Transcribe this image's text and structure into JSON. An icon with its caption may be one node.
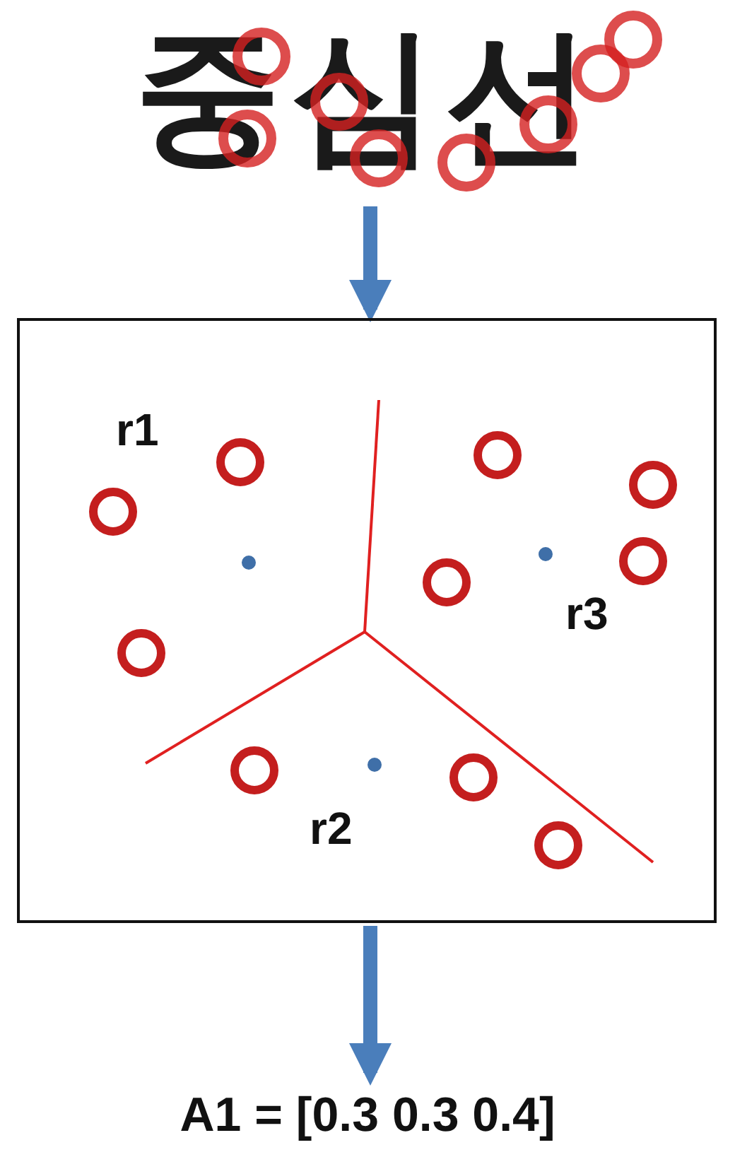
{
  "diagram": {
    "nodes": [
      {
        "text": [
          "중심선"
        ]
      },
      {
        "text": [
          "r1",
          "r2",
          "r3"
        ]
      },
      {
        "text": [
          "A1 = [0.3 0.3 0.4]"
        ]
      }
    ],
    "edges": [
      {
        "from": 0,
        "to": 1,
        "arrow": "to"
      },
      {
        "from": 1,
        "to": 2,
        "arrow": "to"
      }
    ]
  }
}
